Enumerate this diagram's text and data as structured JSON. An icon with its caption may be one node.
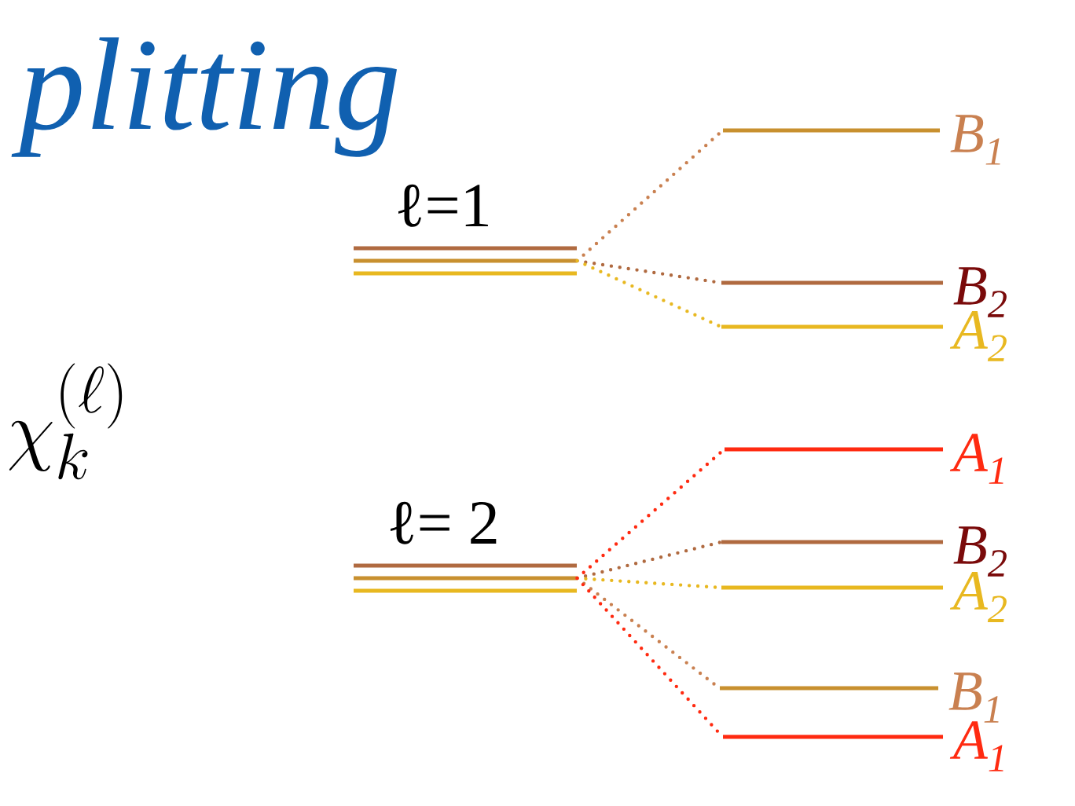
{
  "diagram": {
    "title": "plitting",
    "nodes": [
      {
        "text": [
          "ℓ=1"
        ]
      },
      {
        "text": [
          "B$_{1}$"
        ]
      },
      {
        "text": [
          "B$_{2}$"
        ]
      },
      {
        "text": [
          "A$_{2}$"
        ]
      },
      {
        "text": [
          "ℓ= 2"
        ]
      },
      {
        "text": [
          "A$_{1}$"
        ]
      },
      {
        "text": [
          "B$_{2}$"
        ]
      },
      {
        "text": [
          "A$_{2}$"
        ]
      },
      {
        "text": [
          "B$_{1}$"
        ]
      },
      {
        "text": [
          "A$_{1}$"
        ]
      }
    ],
    "edges": [
      {
        "from": 0,
        "to": 1,
        "arrow": "none",
        "color": "#c98050"
      },
      {
        "from": 0,
        "to": 2,
        "arrow": "none",
        "color": "#b06a40"
      },
      {
        "from": 0,
        "to": 3,
        "arrow": "none",
        "color": "#e8b820"
      },
      {
        "from": 4,
        "to": 5,
        "arrow": "none",
        "color": "#ff2a10"
      },
      {
        "from": 4,
        "to": 6,
        "arrow": "none",
        "color": "#b06a40"
      },
      {
        "from": 4,
        "to": 7,
        "arrow": "none",
        "color": "#e8b820"
      },
      {
        "from": 4,
        "to": 8,
        "arrow": "none",
        "color": "#c98050"
      },
      {
        "from": 4,
        "to": 9,
        "arrow": "none",
        "color": "#ff2a10"
      }
    ],
    "labels": [
      "\\chi_{k}^{(\\ell)}"
    ]
  }
}
